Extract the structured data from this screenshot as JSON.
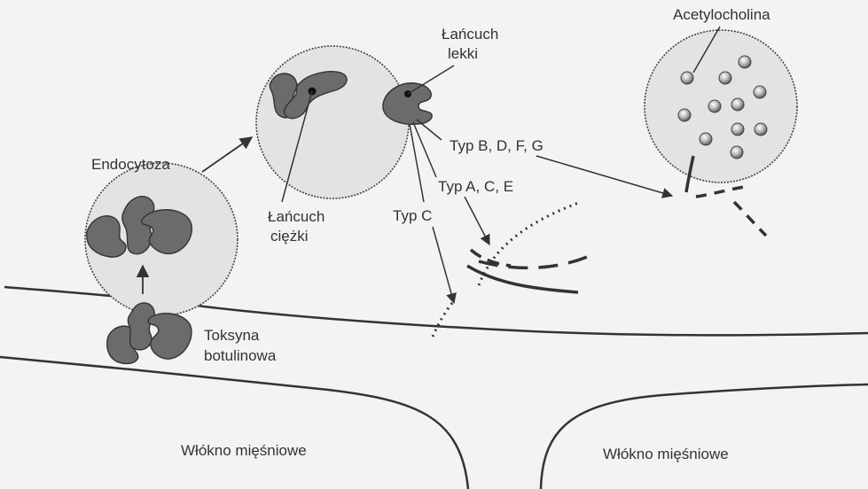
{
  "labels": {
    "endocytosis": "Endocytoza",
    "light_chain_line1": "Łańcuch",
    "light_chain_line2": "lekki",
    "heavy_chain_line1": "Łańcuch",
    "heavy_chain_line2": "ciężki",
    "type_bdfg": "Typ B, D, F, G",
    "type_ace": "Typ A, C, E",
    "type_c": "Typ C",
    "acetylcholine": "Acetylocholina",
    "toxin_line1": "Toksyna",
    "toxin_line2": "botulinowa",
    "muscle_left": "Włókno mięśniowe",
    "muscle_right": "Włókno mięśniowe"
  },
  "colors": {
    "background": "#f3f3f3",
    "vesicle_fill": "#e3e3e3",
    "toxin_fill": "#6b6b6b",
    "line": "#333333"
  }
}
